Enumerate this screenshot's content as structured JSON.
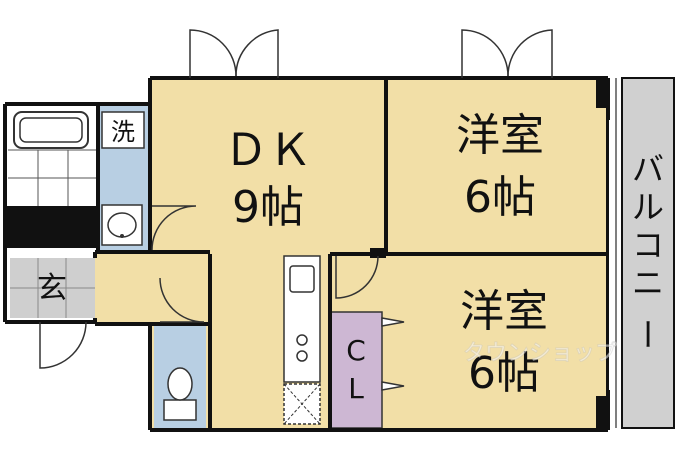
{
  "rooms": {
    "dk": {
      "name": "ＤＫ",
      "size": "9帖"
    },
    "western1": {
      "name": "洋室",
      "size": "6帖"
    },
    "western2": {
      "name": "洋室",
      "size": "6帖"
    },
    "balcony": {
      "chars": [
        "バ",
        "ル",
        "コ",
        "ニ",
        "ー"
      ]
    },
    "entrance": {
      "name": "玄"
    },
    "laundry": {
      "name": "洗"
    },
    "closet": {
      "line1": "C",
      "line2": "L"
    }
  },
  "colors": {
    "room_fill": "#f2dfa7",
    "wet_fill": "#b8cfe3",
    "closet_fill": "#cdb7d3",
    "balcony_fill": "#d0d0d0",
    "entrance_fill": "#cfcfcf",
    "wall": "#111111"
  },
  "watermark_text": "タウンショップ"
}
